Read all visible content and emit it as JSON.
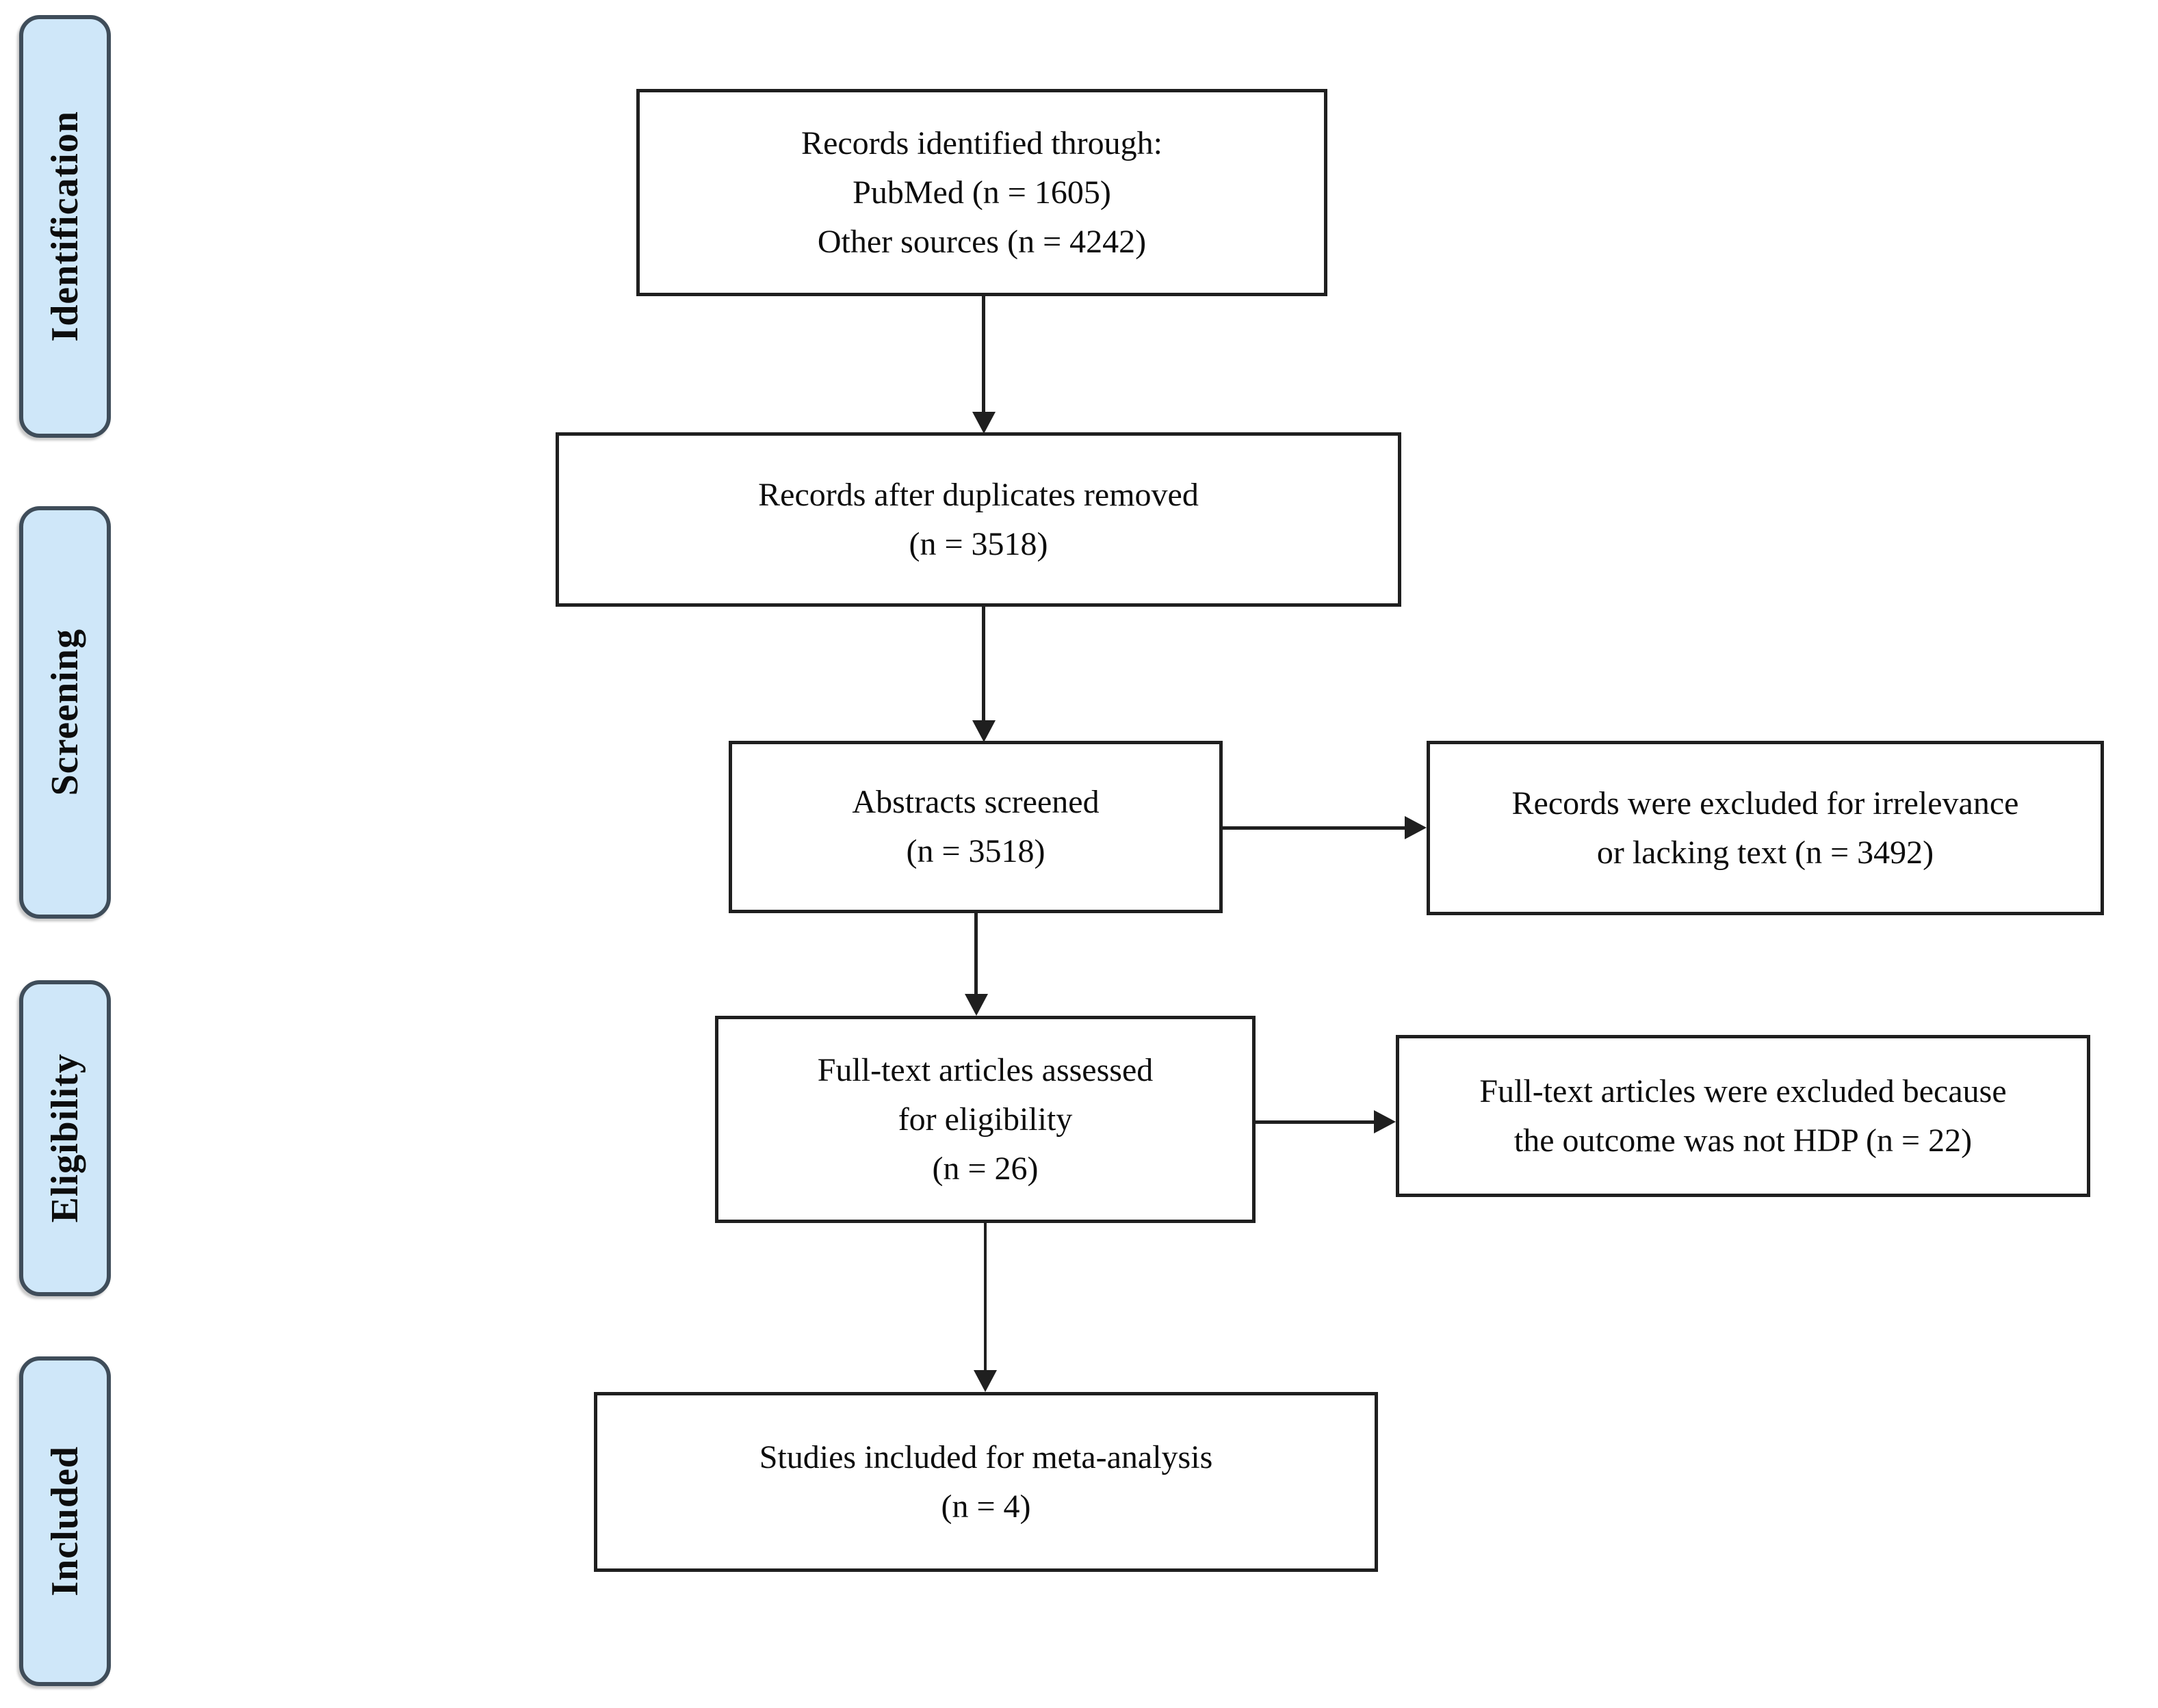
{
  "sidebar": {
    "items": [
      {
        "label": "Identification"
      },
      {
        "label": "Screening"
      },
      {
        "label": "Eligibility"
      },
      {
        "label": "Included"
      }
    ]
  },
  "flow": {
    "boxes": [
      {
        "id": "records-identified",
        "lines": [
          "Records identified through:",
          "PubMed (n = 1605)",
          "Other sources (n = 4242)"
        ]
      },
      {
        "id": "duplicates-removed",
        "lines": [
          "Records after duplicates removed",
          "(n = 3518)"
        ]
      },
      {
        "id": "abstracts-screened",
        "lines": [
          "Abstracts screened",
          "(n = 3518)"
        ]
      },
      {
        "id": "fulltext-assessed",
        "lines": [
          "Full-text articles assessed",
          "for eligibility",
          "(n = 26)"
        ]
      },
      {
        "id": "studies-included",
        "lines": [
          "Studies included for meta-analysis",
          "(n = 4)"
        ]
      }
    ],
    "exclusions": [
      {
        "id": "records-excluded",
        "lines": [
          "Records were excluded for irrelevance",
          "or lacking text (n = 3492)"
        ]
      },
      {
        "id": "fulltext-excluded",
        "lines": [
          "Full-text articles were excluded because",
          "the outcome was not HDP (n = 22)"
        ]
      }
    ]
  },
  "colors": {
    "stage_fill": "#cfe7f9",
    "stage_border": "#3f4d5a",
    "box_border": "#1f1f1f",
    "arrow": "#1f1f1f",
    "bg": "#ffffff",
    "text": "#0d0d0d"
  }
}
